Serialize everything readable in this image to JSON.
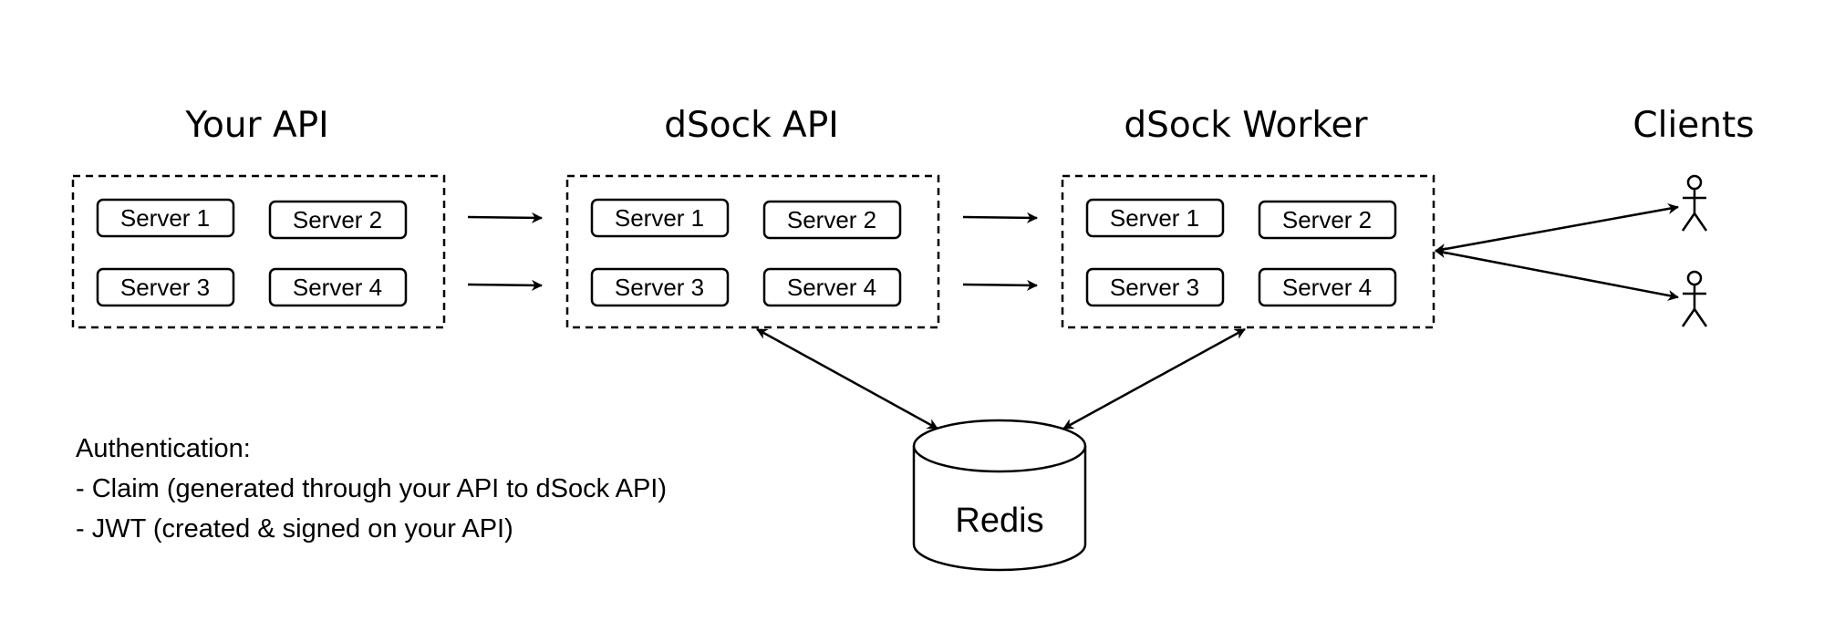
{
  "groups": [
    {
      "title": "Your API",
      "servers": [
        "Server 1",
        "Server 2",
        "Server 3",
        "Server 4"
      ]
    },
    {
      "title": "dSock API",
      "servers": [
        "Server 1",
        "Server 2",
        "Server 3",
        "Server 4"
      ]
    },
    {
      "title": "dSock Worker",
      "servers": [
        "Server 1",
        "Server 2",
        "Server 3",
        "Server 4"
      ]
    }
  ],
  "clients": {
    "title": "Clients"
  },
  "database": {
    "label": "Redis"
  },
  "notes": {
    "heading": "Authentication:",
    "lines": [
      "- Claim (generated through your API to dSock API)",
      "- JWT (created & signed on your API)"
    ]
  }
}
